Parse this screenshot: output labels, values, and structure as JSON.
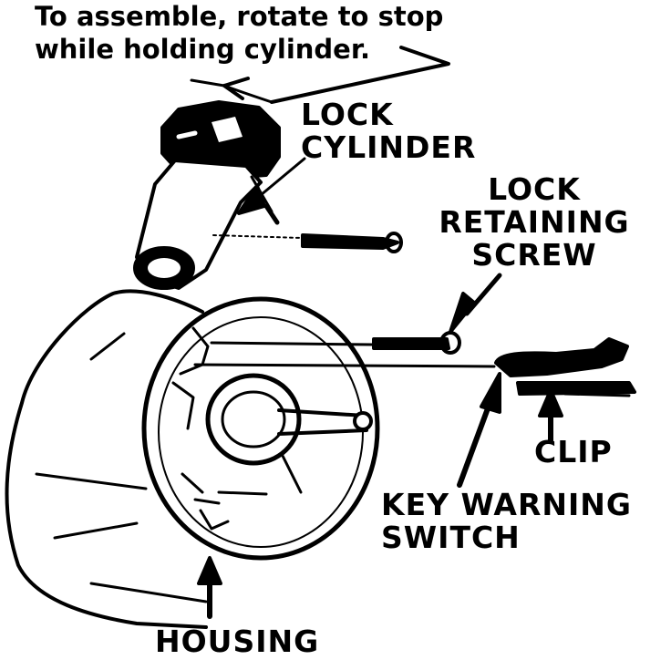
{
  "instruction": {
    "line1": "To assemble, rotate to stop",
    "line2": "while holding cylinder."
  },
  "labels": {
    "lock_cylinder": {
      "line1": "LOCK",
      "line2": "CYLINDER"
    },
    "lock_retaining_screw": {
      "line1": "LOCK",
      "line2": "RETAINING",
      "line3": "SCREW"
    },
    "clip": "CLIP",
    "key_warning_switch": {
      "line1": "KEY WARNING",
      "line2": "SWITCH"
    },
    "housing": "HOUSING"
  },
  "colors": {
    "ink": "#000000",
    "paper": "#ffffff"
  }
}
